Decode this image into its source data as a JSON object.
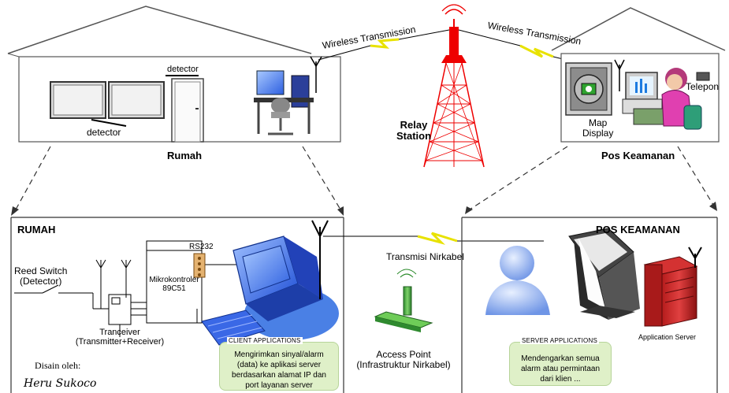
{
  "top": {
    "wireless_left": "Wireless Transmission",
    "wireless_right": "Wireless Transmission",
    "relay_line1": "Relay",
    "relay_line2": "Station",
    "house_left_title": "Rumah",
    "house_left_detector_top": "detector",
    "house_left_detector_bottom": "detector",
    "house_right_title": "Pos Keamanan",
    "map_display_line1": "Map",
    "map_display_line2": "Display",
    "telepon": "Telepon"
  },
  "bottom_left": {
    "title": "RUMAH",
    "reed_switch_line1": "Reed Switch",
    "reed_switch_line2": "(Detector)",
    "rs232": "RS232",
    "mikro_line1": "Mikrokontroler",
    "mikro_line2": "89C51",
    "tranceiver_line1": "Tranceiver",
    "tranceiver_line2": "(Transmitter+Receiver)",
    "client_title": "CLIENT APPLICATIONS",
    "client_text": "Mengirimkan sinyal/alarm (data) ke aplikasi server berdasarkan alamat IP dan port layanan server",
    "disain_label": "Disain oleh:",
    "signature": "Heru Sukoco"
  },
  "middle": {
    "transmisi": "Transmisi Nirkabel",
    "ap_line1": "Access Point",
    "ap_line2": "(Infrastruktur Nirkabel)"
  },
  "bottom_right": {
    "title": "POS KEAMANAN",
    "server_title": "SERVER APPLICATIONS",
    "server_text": "Mendengarkan semua alarm atau permintaan dari klien ...",
    "app_server": "Application Server"
  }
}
